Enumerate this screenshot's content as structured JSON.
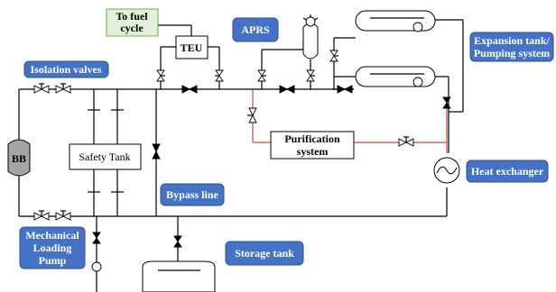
{
  "callouts": {
    "isolation_valves": "Isolation valves",
    "aprs": "APRS",
    "expansion_tank": [
      "Expansion tank/",
      "Pumping system"
    ],
    "heat_exchanger": "Heat exchanger",
    "bypass_line": "Bypass line",
    "storage_tank": "Storage tank",
    "mechanical_pump": [
      "Mechanical",
      "Loading",
      "Pump"
    ]
  },
  "boxes": {
    "to_fuel_cycle": [
      "To fuel",
      "cycle"
    ],
    "teu": "TEU",
    "safety_tank": "Safety Tank",
    "purification": [
      "Purification",
      "system"
    ],
    "bb": "BB"
  },
  "colors": {
    "callout_fill": "#4472c4",
    "fuel_cycle_fill": "#e2f0d9",
    "fuel_cycle_border": "#70ad47",
    "bb_fill": "#a5a5a5",
    "red_line": "#d24b3c"
  }
}
